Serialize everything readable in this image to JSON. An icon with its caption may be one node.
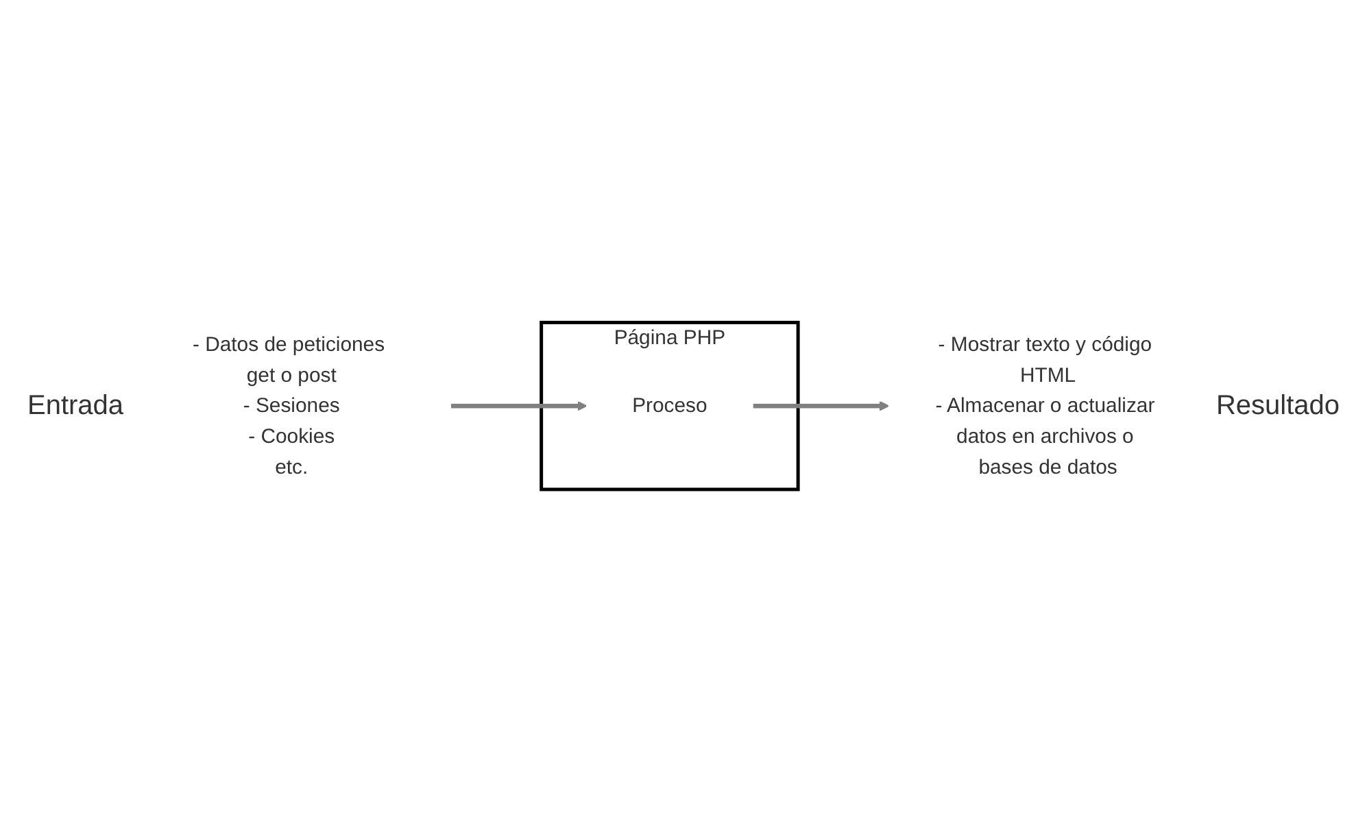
{
  "diagram": {
    "nodes": [
      {
        "text": [
          "Página PHP"
        ]
      },
      {
        "text": [
          "Proceso"
        ],
        "in": 0
      },
      {
        "text": [
          "- Datos de peticiones get o post",
          "- Sesiones",
          "- Cookies",
          "etc."
        ],
        "beside": [
          "Entrada"
        ]
      },
      {
        "text": [
          "- Mostrar texto y código HTML",
          "- Almacenar o actualizar datos en archivos o bases de datos"
        ],
        "beside": [
          "Resultado"
        ]
      }
    ],
    "edges": [
      {
        "from": 2,
        "to": 1,
        "arrow": "to"
      },
      {
        "from": 1,
        "to": 3,
        "arrow": "to"
      }
    ]
  }
}
